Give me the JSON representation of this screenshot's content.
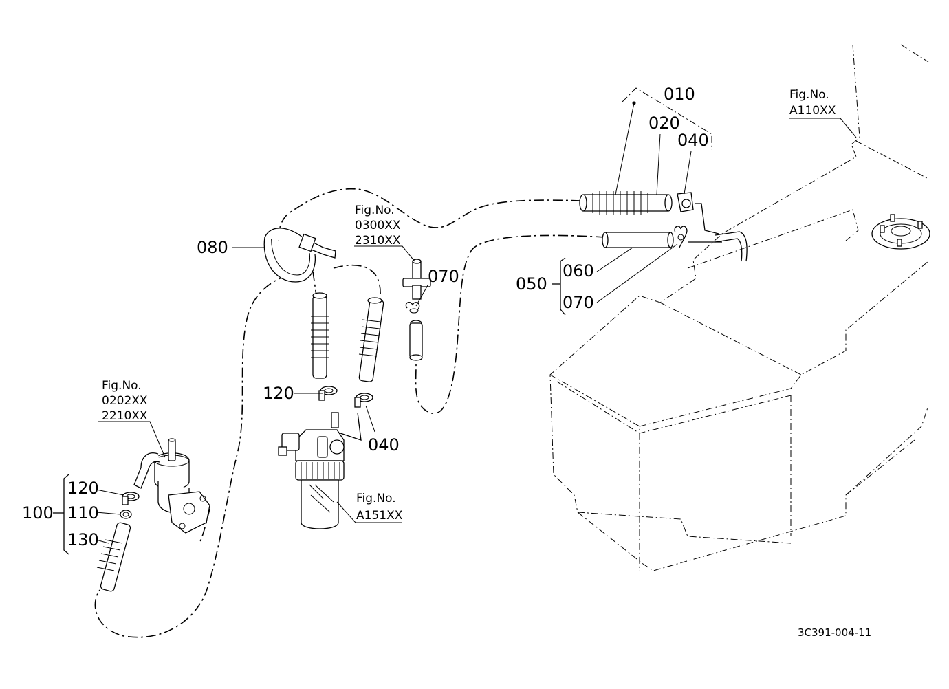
{
  "callouts": {
    "c010": "010",
    "c020": "020",
    "c040_top": "040",
    "c080": "080",
    "c070_mid": "070",
    "c050": "050",
    "c060": "060",
    "c070_right": "070",
    "c120_mid": "120",
    "c040_mid": "040",
    "c100": "100",
    "c120_left": "120",
    "c110": "110",
    "c130": "130"
  },
  "figure_refs": {
    "a110": {
      "line1": "Fig.No.",
      "line2": "A110XX"
    },
    "f0300": {
      "line1": "Fig.No.",
      "line2": "0300XX",
      "line3": "2310XX"
    },
    "f0202": {
      "line1": "Fig.No.",
      "line2": "0202XX",
      "line3": "2210XX"
    },
    "a151": {
      "line1": "Fig.No.",
      "line2": "A151XX"
    }
  },
  "drawing_code": "3C391-004-11"
}
